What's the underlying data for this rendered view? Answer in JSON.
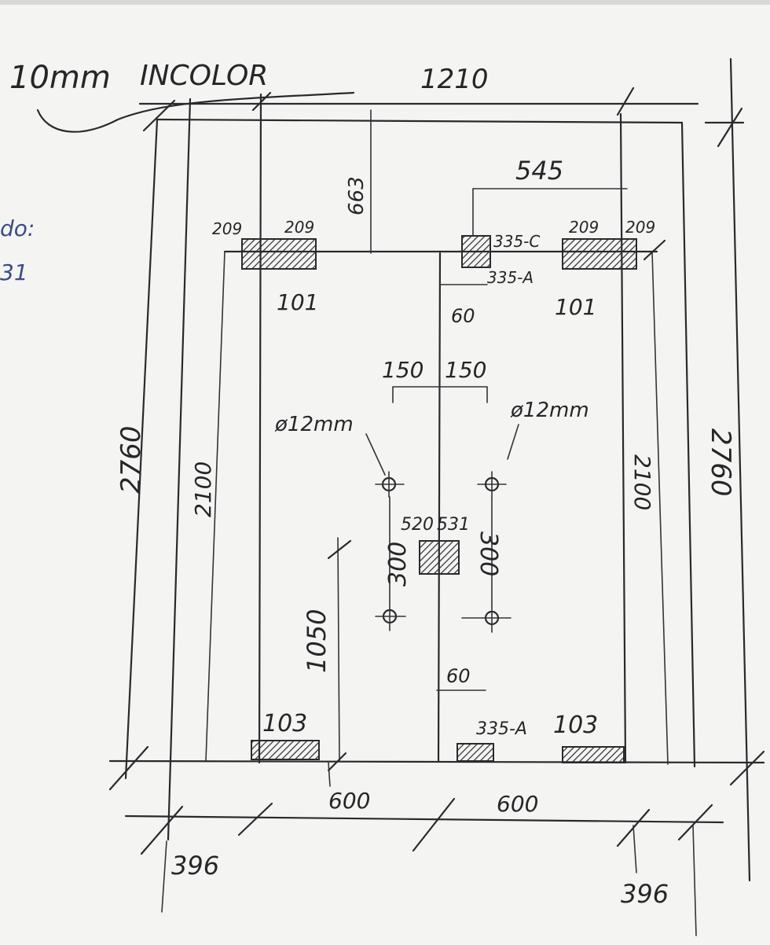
{
  "header": {
    "title_thickness": "10mm",
    "title_material": "INCOLOR"
  },
  "margin_notes": {
    "line1": "do:",
    "line2": "31"
  },
  "dimensions": {
    "overall_width": "1210",
    "height_left": "2760",
    "height_right": "2760",
    "panel_height_left": "2100",
    "panel_height_right": "2100",
    "top_offset": "663",
    "offset_545": "545",
    "gap_60_top": "60",
    "gap_60_bottom": "60",
    "hole_spacing_left": "150",
    "hole_spacing_right": "150",
    "hole_dia_left": "ø12mm",
    "hole_dia_right": "ø12mm",
    "handle_left": "520",
    "handle_right": "531",
    "vertical_300_left": "300",
    "vertical_300_right": "300",
    "handle_height": "1050",
    "bottom_left_width": "600",
    "bottom_right_width": "600",
    "side_left": "396",
    "side_right": "396"
  },
  "hardware": {
    "hinge_tl_a": "209",
    "hinge_tl_b": "209",
    "hinge_tl_code": "101",
    "hinge_tr_a": "209",
    "hinge_tr_b": "209",
    "hinge_tr_code": "101",
    "lock_top_c": "335-C",
    "lock_top_a": "335-A",
    "bottom_left_code": "103",
    "bottom_right_code": "103",
    "bottom_center_code": "335-A"
  },
  "colors": {
    "ink": "#2a2a2e",
    "paper": "#f4f4f2",
    "margin_ink": "#3b4b86"
  }
}
